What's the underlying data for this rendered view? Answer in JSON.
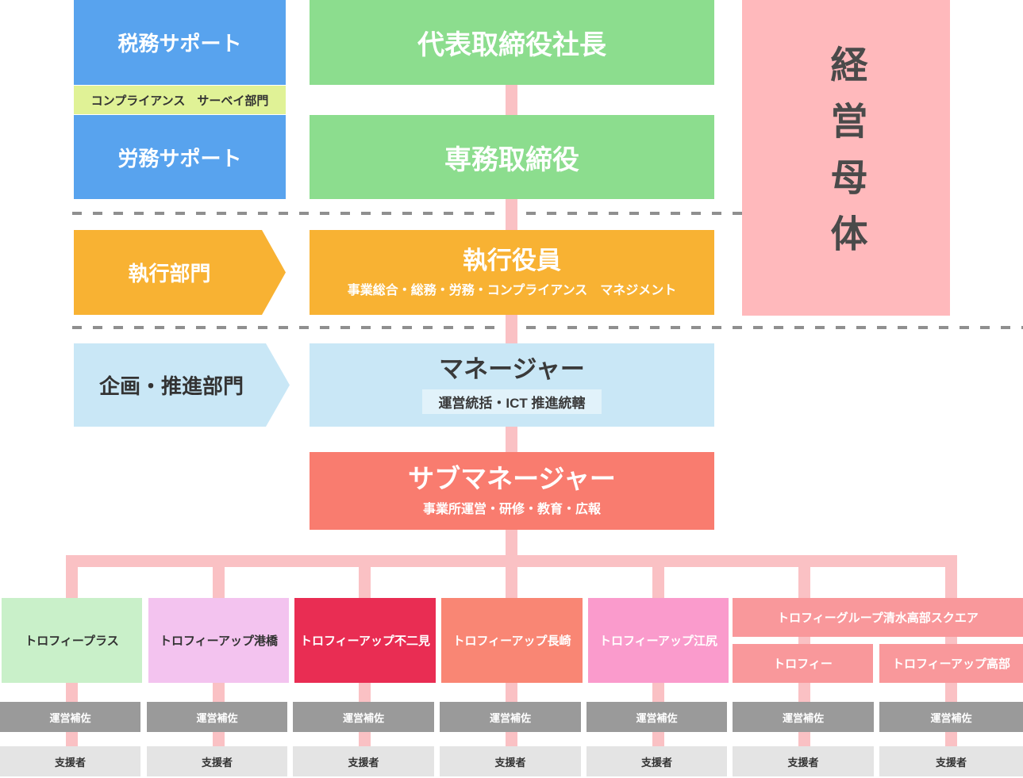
{
  "colors": {
    "blue": "#58a3ee",
    "yellow_green": "#e0f296",
    "green": "#8cdd8e",
    "pink_body": "#ffb9bc",
    "orange": "#f8b233",
    "light_blue": "#c9e7f6",
    "salmon": "#f97c6f",
    "connector": "#fac1c4",
    "dash": "#8f8f8f",
    "gray": "#9a9a9a",
    "light_gray": "#e4e4e4"
  },
  "top": {
    "tax_support": "税務サポート",
    "compliance_survey": "コンプライアンス　サーベイ部門",
    "labor_support": "労務サポート",
    "president": "代表取締役社長",
    "senior_director": "専務取締役",
    "management_body": "経営母体"
  },
  "exec": {
    "division": "執行部門",
    "title": "執行役員",
    "subtitle": "事業総合・総務・労務・コンプライアンス　マネジメント"
  },
  "planning": {
    "division": "企画・推進部門",
    "title": "マネージャー",
    "subtitle": "運営統括・ICT 推進統轄"
  },
  "submanager": {
    "title": "サブマネージャー",
    "subtitle": "事業所運営・研修・教育・広報"
  },
  "facilities": [
    {
      "label": "トロフィープラス",
      "bg": "#c9f0c9",
      "fg": "#333333"
    },
    {
      "label": "トロフィーアップ港橋",
      "bg": "#f3c3ef",
      "fg": "#333333"
    },
    {
      "label": "トロフィーアップ不二見",
      "bg": "#e92d53",
      "fg": "#ffffff"
    },
    {
      "label": "トロフィーアップ長崎",
      "bg": "#f98674",
      "fg": "#ffffff"
    },
    {
      "label": "トロフィーアップ江尻",
      "bg": "#fa9bcc",
      "fg": "#ffffff"
    }
  ],
  "group": {
    "label": "トロフィーグループ清水高部スクエア",
    "bg": "#f9989b",
    "fg": "#ffffff",
    "children": [
      {
        "label": "トロフィー"
      },
      {
        "label": "トロフィーアップ高部"
      }
    ]
  },
  "rows": {
    "operation_assist": "運営補佐",
    "supporter": "支援者"
  }
}
